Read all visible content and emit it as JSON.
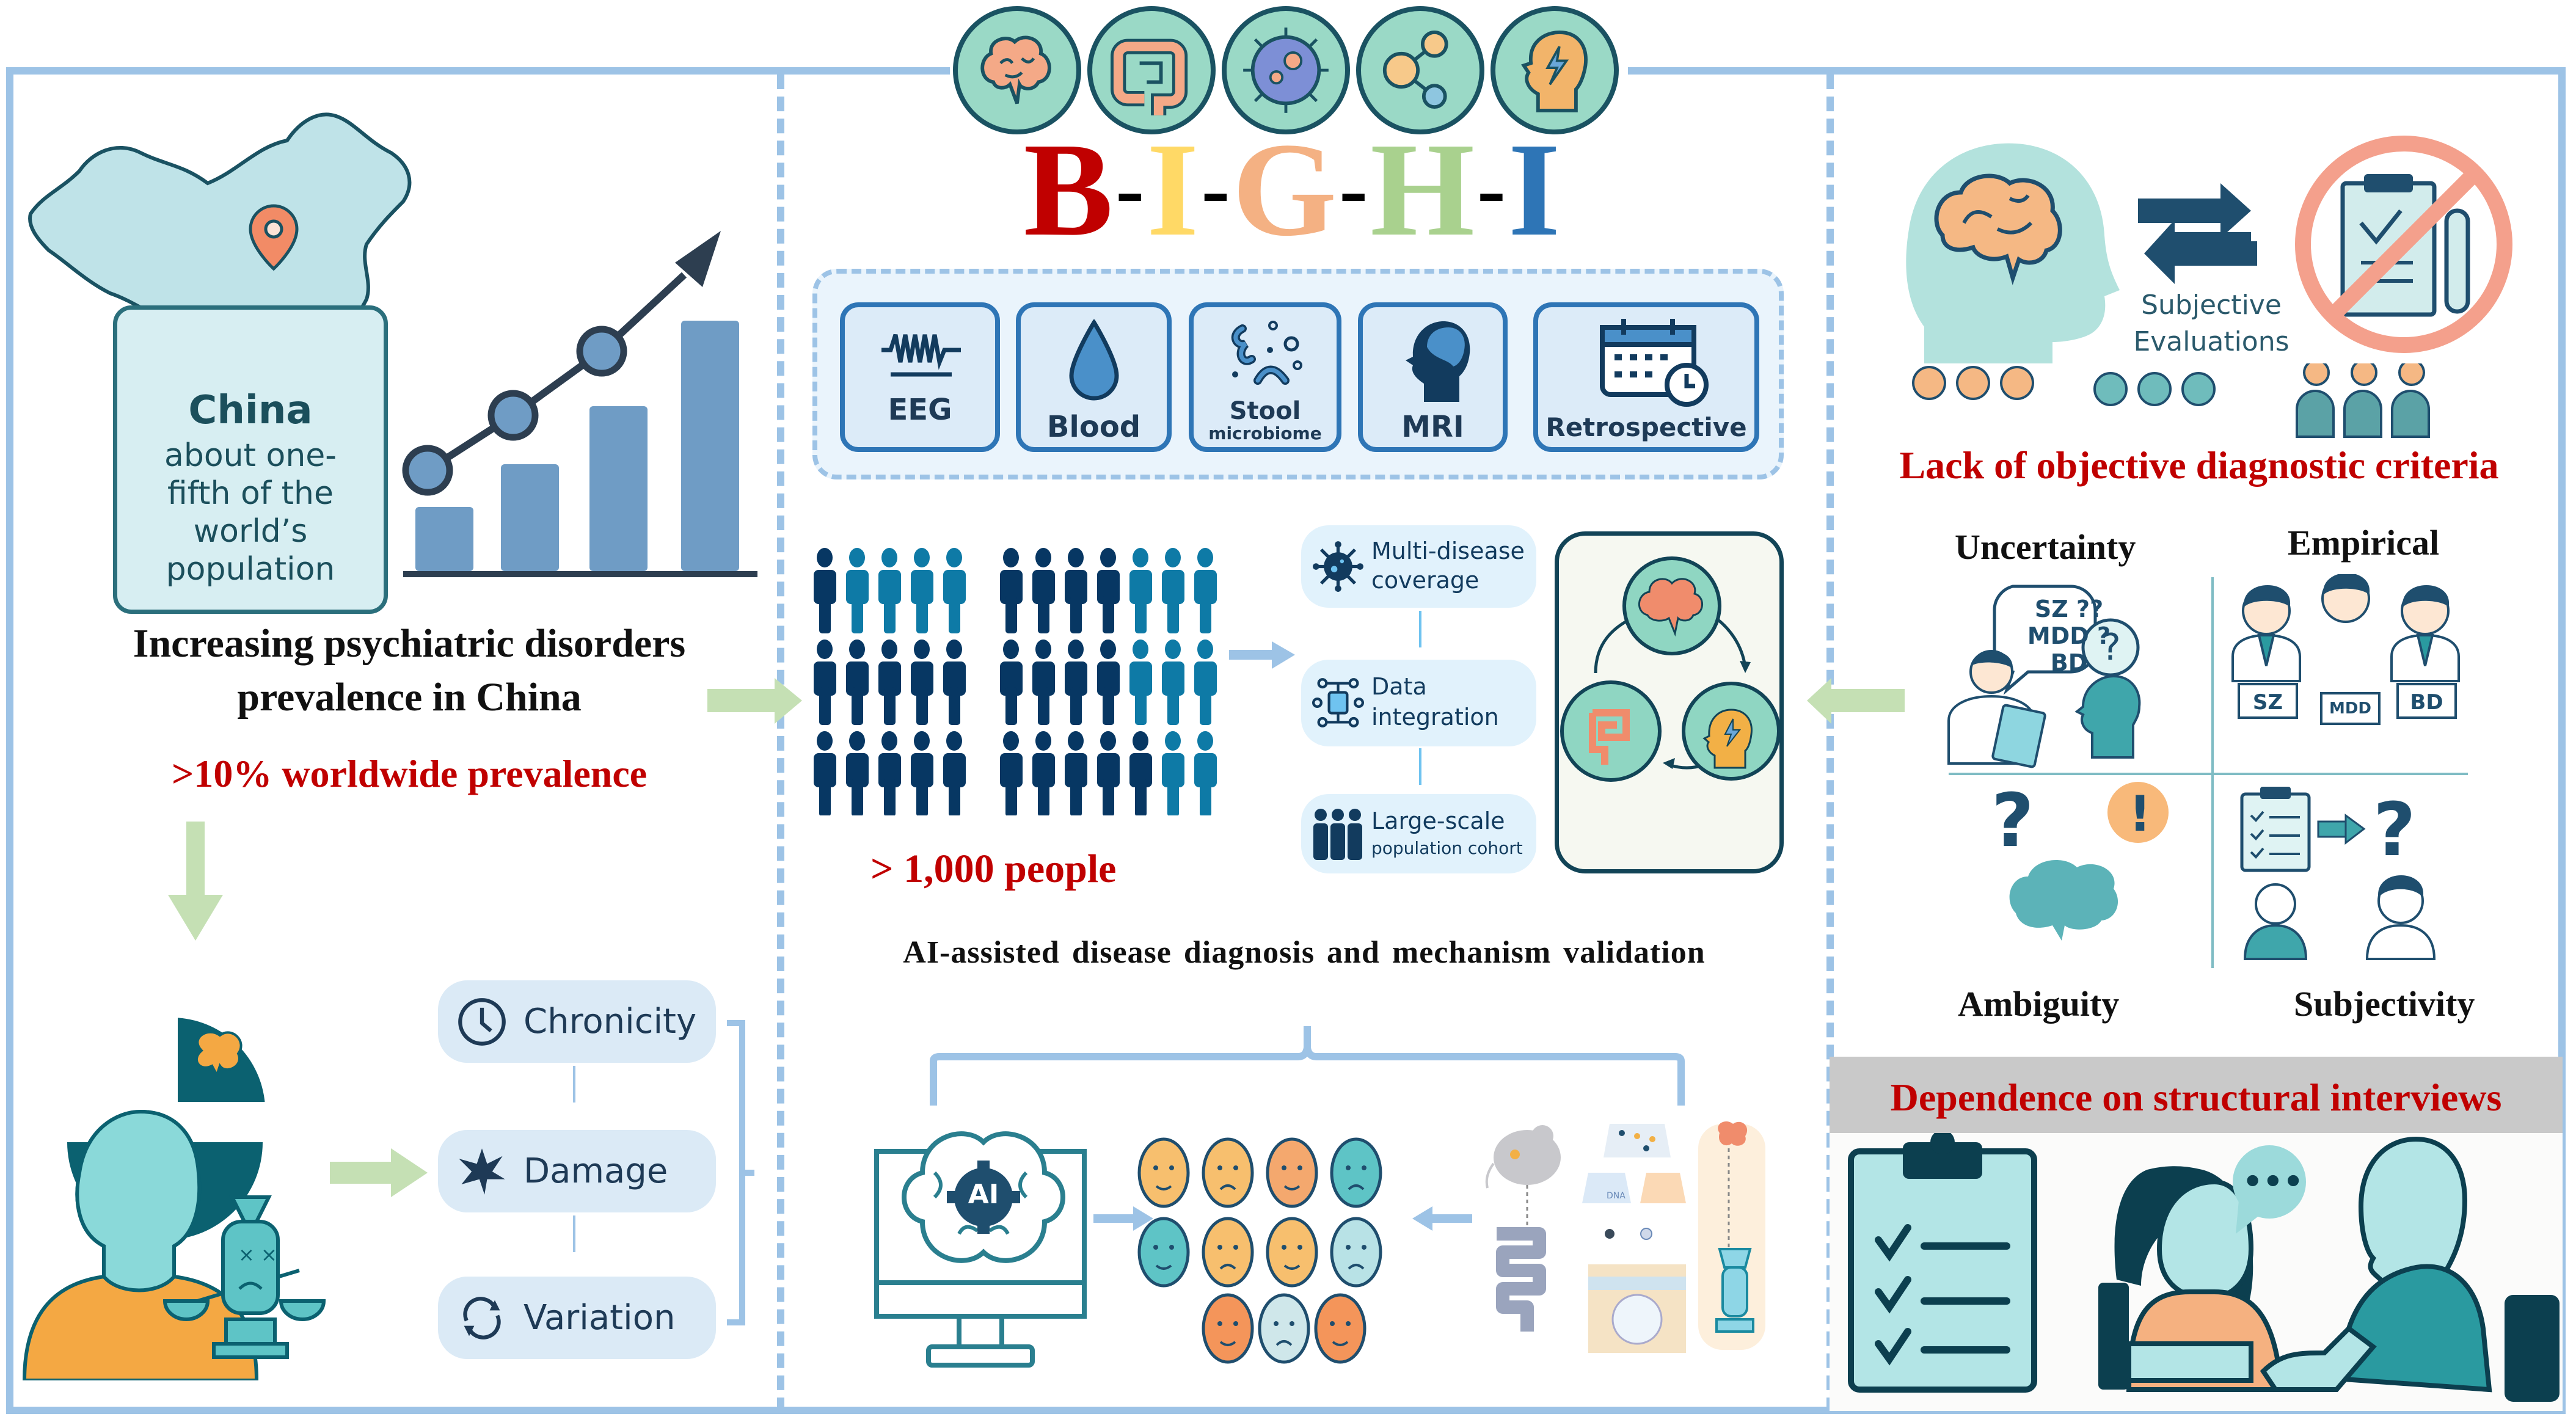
{
  "title_icons": [
    "brain-icon",
    "intestine-icon",
    "microbe-icon",
    "molecule-icon",
    "head-lightning-icon"
  ],
  "acronym": {
    "letters": [
      {
        "char": "B",
        "color": "#c00000"
      },
      {
        "char": "I",
        "color": "#ffd966"
      },
      {
        "char": "G",
        "color": "#f4b183"
      },
      {
        "char": "H",
        "color": "#a9d18e"
      },
      {
        "char": "I",
        "color": "#2e75b6"
      }
    ],
    "separator": "-"
  },
  "left_panel": {
    "china_box": {
      "title": "China",
      "subtitle_lines": [
        "about one-",
        "fifth of the",
        "world’s",
        "population"
      ]
    },
    "trend_chart_icon": "rising-bar-chart-icon",
    "heading_lines": [
      "Increasing psychiatric disorders",
      "prevalence in China"
    ],
    "prevalence": ">10% worldwide prevalence",
    "features": [
      {
        "label": "Chronicity",
        "icon": "clock-icon"
      },
      {
        "label": "Damage",
        "icon": "burst-icon"
      },
      {
        "label": "Variation",
        "icon": "cycle-arrows-icon"
      }
    ]
  },
  "center_panel": {
    "modalities": [
      {
        "label": "EEG",
        "icon": "eeg-wave-icon"
      },
      {
        "label": "Blood",
        "icon": "blood-drop-icon"
      },
      {
        "label": "Stool",
        "sublabel": "microbiome",
        "icon": "microbiome-icon"
      },
      {
        "label": "MRI",
        "icon": "head-profile-icon"
      },
      {
        "label": "Retrospective",
        "icon": "calendar-clock-icon"
      }
    ],
    "people_grid": {
      "rows": [
        {
          "group_a": [
            "dark",
            "light",
            "light",
            "light",
            "light"
          ],
          "group_b": [
            "dark",
            "dark",
            "dark",
            "dark",
            "light",
            "light",
            "light"
          ]
        },
        {
          "group_a": [
            "dark",
            "dark",
            "dark",
            "dark",
            "dark"
          ],
          "group_b": [
            "dark",
            "dark",
            "dark",
            "dark",
            "light",
            "light",
            "light"
          ]
        },
        {
          "group_a": [
            "dark",
            "dark",
            "dark",
            "dark",
            "dark"
          ],
          "group_b": [
            "dark",
            "dark",
            "dark",
            "dark",
            "dark",
            "light",
            "light"
          ]
        }
      ],
      "colors": {
        "dark": "#073763",
        "light": "#0e7aa6"
      }
    },
    "cohort_size": "> 1,000 people",
    "flow_steps": [
      {
        "line1": "Multi-disease",
        "line2": "coverage",
        "icon": "virus-icon"
      },
      {
        "line1": "Data",
        "line2": "integration",
        "icon": "data-node-icon"
      },
      {
        "line1": "Large-scale",
        "line2": "population cohort",
        "icon": "group-people-icon"
      }
    ],
    "mechanism_cycle": [
      "brain-icon",
      "head-lightning-icon",
      "intestine-icon"
    ],
    "caption": "AI-assisted disease diagnosis and mechanism validation",
    "ai_label": "AI",
    "emotion_faces_count": 11,
    "mouse_model_labels": [
      "DNA"
    ]
  },
  "right_panel": {
    "subjective_label_lines": [
      "Subjective",
      "Evaluations"
    ],
    "criteria_heading": "Lack of objective diagnostic criteria",
    "quadrants": [
      {
        "label": "Uncertainty",
        "bubble_lines": [
          "SZ ??",
          "MDD ?",
          "BD"
        ]
      },
      {
        "label": "Empirical",
        "signs": [
          "SZ",
          "MDD",
          "BD"
        ]
      },
      {
        "label": "Ambiguity"
      },
      {
        "label": "Subjectivity"
      }
    ],
    "interview_heading": "Dependence on structural interviews",
    "speech_bubble": "•••"
  },
  "colors": {
    "frame": "#9dc3e6",
    "arrow_green": "#c5e0b4",
    "heading_red": "#c00000",
    "teal_dark": "#124457",
    "teal": "#5ec4c6"
  }
}
